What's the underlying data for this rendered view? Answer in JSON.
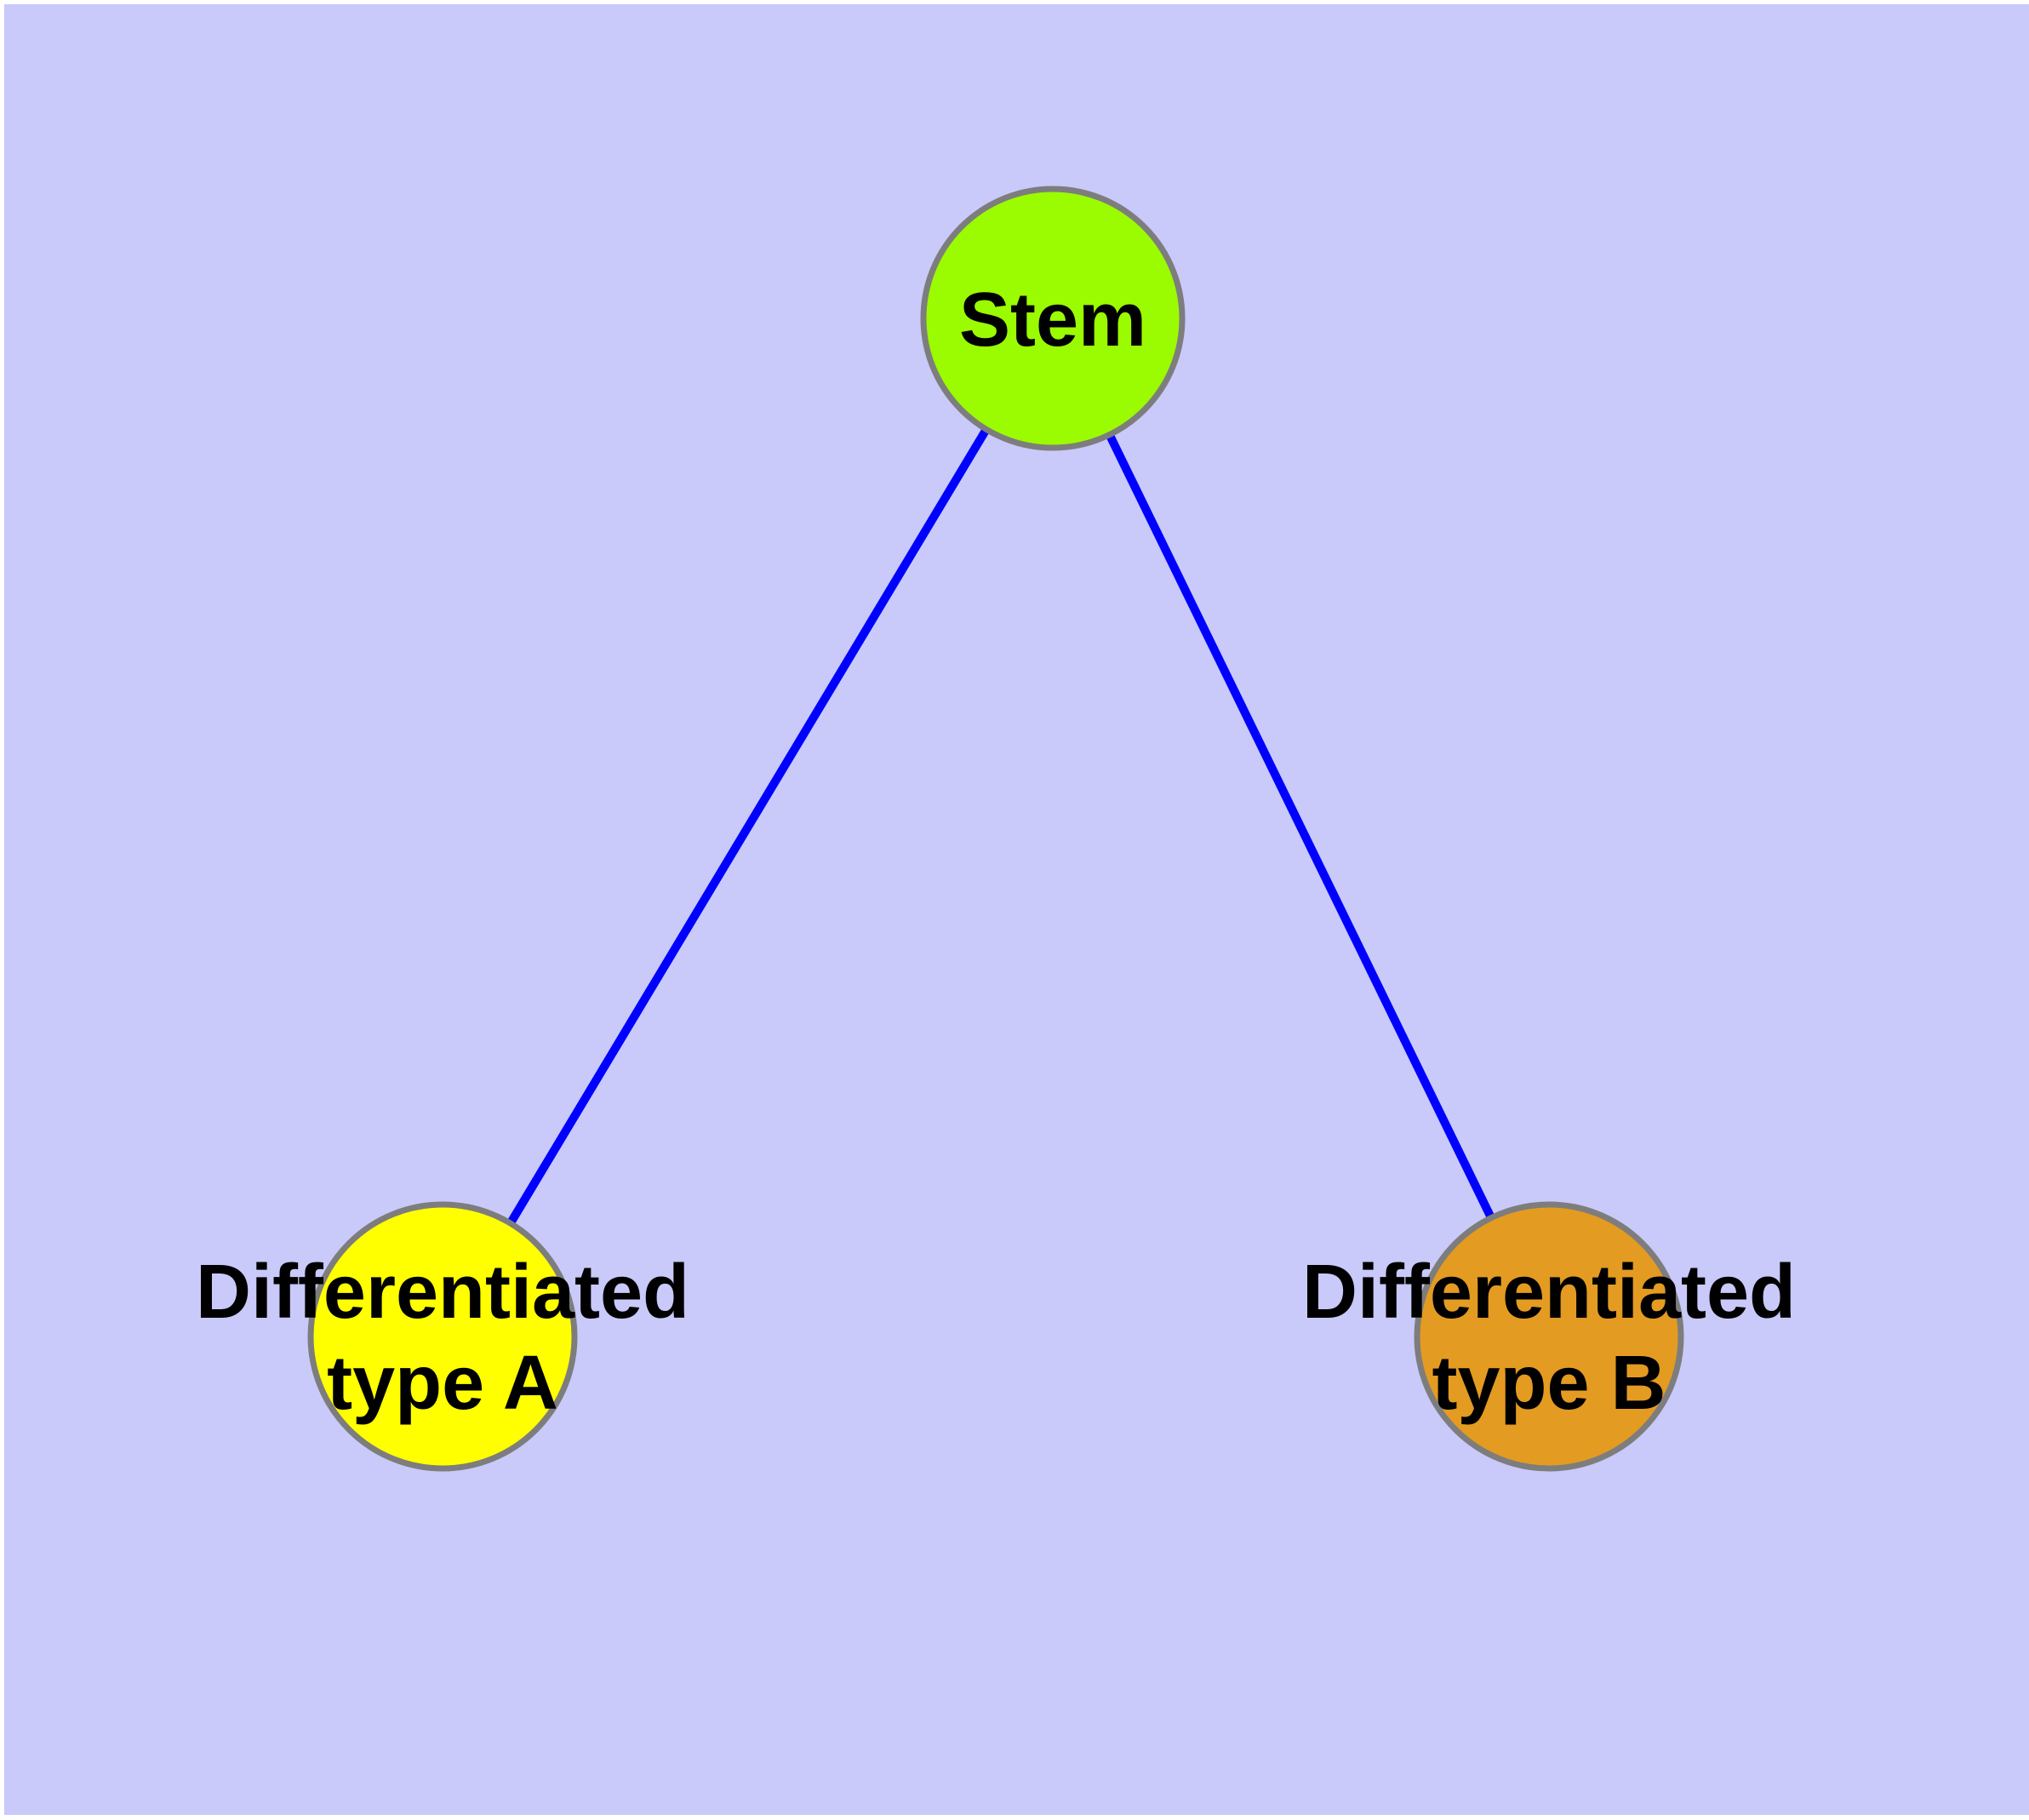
{
  "diagram": {
    "type": "graph",
    "background_color": "#C9C9FA",
    "margin_color": "#FFFFFF",
    "edge_color": "#0000FF",
    "node_border_color": "#7D7D7D",
    "text_color": "#000000",
    "nodes": [
      {
        "id": "stem",
        "label": "Stem",
        "fill": "#9BFB00"
      },
      {
        "id": "differentiated-type-a",
        "label": "Differentiated type A",
        "label_lines": [
          "Differentiated",
          "type A"
        ],
        "fill": "#FFFF00"
      },
      {
        "id": "differentiated-type-b",
        "label": "Differentiated type B",
        "label_lines": [
          "Differentiated",
          "type B"
        ],
        "fill": "#E49B21"
      }
    ],
    "edges": [
      {
        "from": "Stem",
        "to": "Differentiated type A"
      },
      {
        "from": "Stem",
        "to": "Differentiated type B"
      }
    ]
  }
}
